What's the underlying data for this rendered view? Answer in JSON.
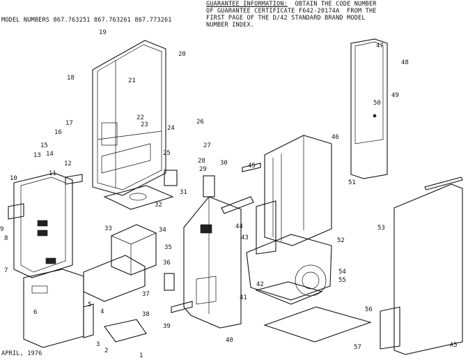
{
  "header": {
    "model_numbers": "MODEL NUMBERS 867.763251 867.763261 867.773261",
    "guarantee_label": "GUARANTEE INFORMATION:",
    "guarantee_line1": "  OBTAIN THE CODE NUMBER",
    "guarantee_line2": "OF GUARANTEE CERTIFICATE F642-20174A  FROM THE",
    "guarantee_line3": "FIRST PAGE OF THE D/42 STANDARD BRAND MODEL",
    "guarantee_line4": "NUMBER INDEX."
  },
  "footer": {
    "date": "APRIL, 1976",
    "page_code": "A5"
  },
  "callouts": [
    "1",
    "2",
    "3",
    "4",
    "5",
    "6",
    "7",
    "8",
    "9",
    "10",
    "11",
    "12",
    "13",
    "14",
    "15",
    "16",
    "17",
    "18",
    "19",
    "20",
    "21",
    "22",
    "23",
    "24",
    "25",
    "26",
    "27",
    "28",
    "29",
    "30",
    "31",
    "32",
    "33",
    "34",
    "35",
    "36",
    "37",
    "38",
    "39",
    "40",
    "41",
    "42",
    "43",
    "44",
    "45",
    "46",
    "47",
    "48",
    "49",
    "50",
    "51",
    "52",
    "53",
    "54",
    "55",
    "56",
    "57"
  ]
}
